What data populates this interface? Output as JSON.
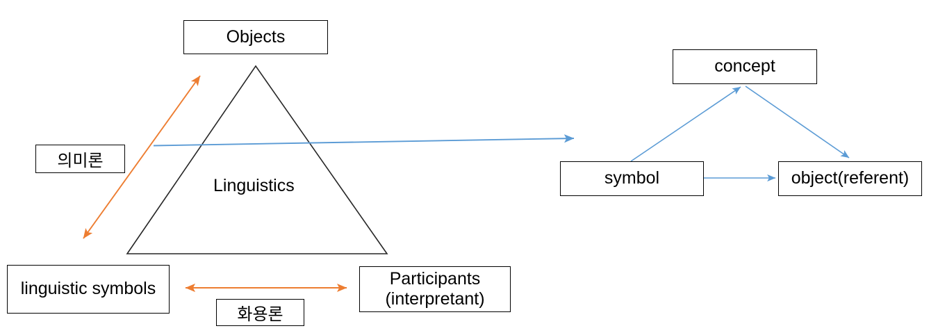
{
  "diagram": {
    "title": "Linguistics semiotic triangle and Ogden-Richards triangle",
    "colors": {
      "outline": "#000000",
      "shape_stroke": "#262626",
      "blue_arrow": "#5B9BD5",
      "orange_arrow": "#ED7D31",
      "background": "#FFFFFF"
    }
  },
  "left_diagram": {
    "triangle_label": "Linguistics",
    "nodes": {
      "objects": {
        "label": "Objects"
      },
      "linguistic_symbols": {
        "label": "linguistic symbols"
      },
      "participants": {
        "label": "Participants\n(interpretant)"
      }
    },
    "annotations": {
      "semantics": {
        "label": "의미론"
      },
      "pragmatics": {
        "label": "화용론"
      }
    },
    "arrows": {
      "semantics_arrow": {
        "name": "orange-diagonal-double-arrow",
        "style": "double-headed",
        "color": "#ED7D31"
      },
      "pragmatics_arrow": {
        "name": "orange-horizontal-double-arrow",
        "style": "double-headed",
        "color": "#ED7D31"
      },
      "bridge_arrow": {
        "name": "blue-horizontal-arrow",
        "style": "single-headed",
        "color": "#5B9BD5"
      }
    }
  },
  "right_diagram": {
    "nodes": {
      "concept": {
        "label": "concept"
      },
      "symbol": {
        "label": "symbol"
      },
      "object": {
        "label": "object(referent)"
      }
    },
    "arrows": {
      "symbol_to_concept": {
        "name": "symbol-to-concept-arrow",
        "style": "single-headed",
        "color": "#5B9BD5"
      },
      "concept_to_object": {
        "name": "concept-to-object-arrow",
        "style": "single-headed",
        "color": "#5B9BD5"
      },
      "symbol_to_object": {
        "name": "symbol-to-object-arrow",
        "style": "single-headed",
        "color": "#5B9BD5"
      }
    }
  }
}
